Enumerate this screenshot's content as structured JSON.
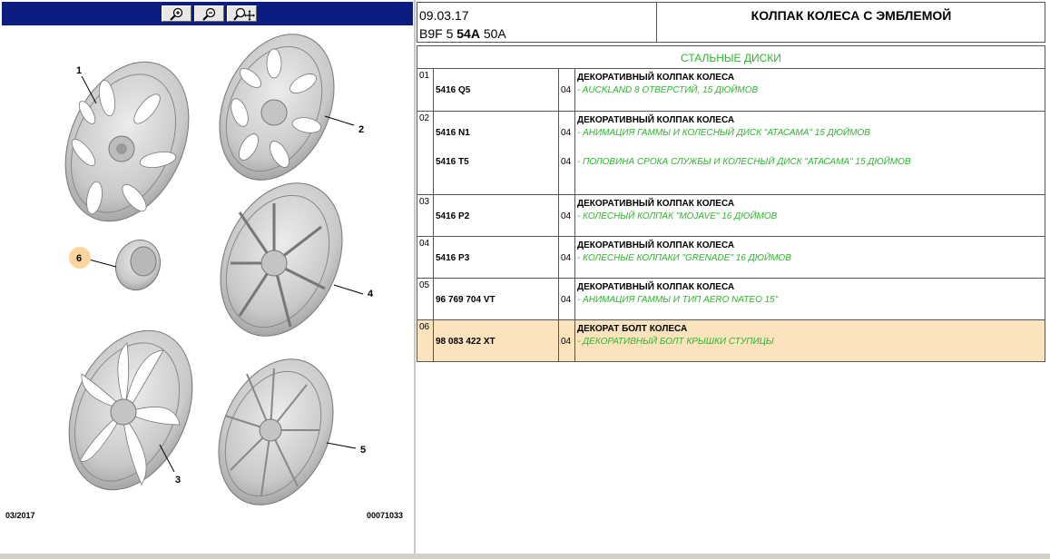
{
  "zoom_bar": {
    "buttons": [
      {
        "name": "zoom-in-icon"
      },
      {
        "name": "zoom-out-icon"
      },
      {
        "name": "zoom-move-icon"
      }
    ]
  },
  "diagram": {
    "callouts": [
      "1",
      "2",
      "3",
      "4",
      "5",
      "6"
    ],
    "footer_left": "03/2017",
    "footer_right": "00071033"
  },
  "header": {
    "date": "09.03.17",
    "code_a": "B9F 5",
    "code_b": "54A",
    "code_c": "50A",
    "title": "КОЛПАК КОЛЕСА С ЭМБЛЕМОЙ"
  },
  "section_title": "СТАЛЬНЫЕ ДИСКИ",
  "rows": [
    {
      "num": "01",
      "parts": [
        {
          "pn": "5416 Q5",
          "qty": "04",
          "desc": "- AUCKLAND 8 ОТВЕРСТИЙ, 15 ДЮЙМОВ"
        }
      ],
      "title": "ДЕКОРАТИВНЫЙ КОЛПАК КОЛЕСА"
    },
    {
      "num": "02",
      "parts": [
        {
          "pn": "5416 N1",
          "qty": "04",
          "desc": "- АНИМАЦИЯ ГАММЫ И КОЛЕСНЫЙ ДИСК \"АТАСАМА\" 15 ДЮЙМОВ"
        },
        {
          "pn": "5416 T5",
          "qty": "04",
          "desc": "- ПОЛОВИНА СРОКА СЛУЖБЫ И КОЛЕСНЫЙ ДИСК \"АТАСАМА\" 15 ДЮЙМОВ"
        }
      ],
      "title": "ДЕКОРАТИВНЫЙ КОЛПАК КОЛЕСА"
    },
    {
      "num": "03",
      "parts": [
        {
          "pn": "5416 P2",
          "qty": "04",
          "desc": "- КОЛЕСНЫЙ КОЛПАК \"MOJAVE\" 16 ДЮЙМОВ"
        }
      ],
      "title": "ДЕКОРАТИВНЫЙ КОЛПАК КОЛЕСА"
    },
    {
      "num": "04",
      "parts": [
        {
          "pn": "5416 P3",
          "qty": "04",
          "desc": "- КОЛЕСНЫЕ КОЛПАКИ \"GRENADE\" 16 ДЮЙМОВ"
        }
      ],
      "title": "ДЕКОРАТИВНЫЙ КОЛПАК КОЛЕСА"
    },
    {
      "num": "05",
      "parts": [
        {
          "pn": "96 769 704 VT",
          "qty": "04",
          "desc": "- АНИМАЦИЯ ГАММЫ И ТИП AERO NATEO 15\""
        }
      ],
      "title": "ДЕКОРАТИВНЫЙ КОЛПАК КОЛЕСА"
    },
    {
      "num": "06",
      "parts": [
        {
          "pn": "98 083 422 XT",
          "qty": "04",
          "desc": "- ДЕКОРАТИВНЫЙ БОЛТ КРЫШКИ СТУПИЦЫ"
        }
      ],
      "title": "ДЕКОРАТ БОЛТ КОЛЕСА"
    }
  ],
  "colors": {
    "accent_green": "#2db52d",
    "selected_row": "#fbe3bd",
    "toolbar_blue": "#0b1d80"
  }
}
